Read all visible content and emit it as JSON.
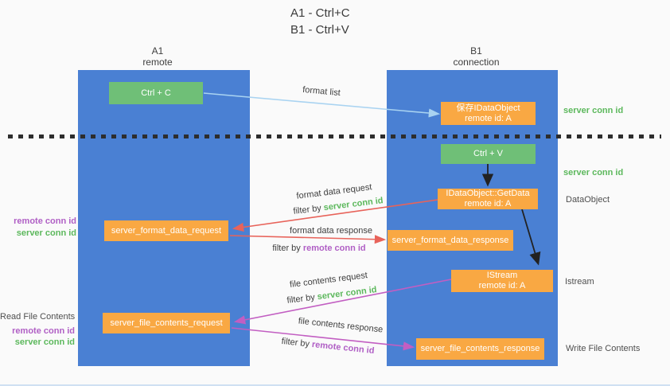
{
  "title": {
    "line1": "A1 - Ctrl+C",
    "line2": "B1 - Ctrl+V"
  },
  "lanes": {
    "left": {
      "name": "A1",
      "subtitle": "remote"
    },
    "right": {
      "name": "B1",
      "subtitle": "connection"
    }
  },
  "nodes": {
    "ctrl_c": {
      "label": "Ctrl + C"
    },
    "save_idataobject": {
      "line1": "保存IDataObject",
      "line2": "remote id: A"
    },
    "ctrl_v": {
      "label": "Ctrl + V"
    },
    "idataobject_getdata": {
      "line1": "IDataObject::GetData",
      "line2": "remote id: A"
    },
    "server_format_data_request": {
      "label": "server_format_data_request"
    },
    "server_format_data_response": {
      "label": "server_format_data_response"
    },
    "istream": {
      "line1": "IStream",
      "line2": "remote id: A"
    },
    "server_file_contents_request": {
      "label": "server_file_contents_request"
    },
    "server_file_contents_response": {
      "label": "server_file_contents_response"
    }
  },
  "arrow_labels": {
    "format_list": "format list",
    "format_data_request": "format data request",
    "format_data_request_filter": {
      "prefix": "filter by",
      "key": "server conn id"
    },
    "format_data_response": "format data response",
    "format_data_response_filter": {
      "prefix": "filter by",
      "key": "remote conn id"
    },
    "file_contents_request": "file contents request",
    "file_contents_request_filter": {
      "prefix": "filter by",
      "key": "server conn id"
    },
    "file_contents_response": "file contents response",
    "file_contents_response_filter": {
      "prefix": "filter by",
      "key": "remote conn id"
    }
  },
  "side_labels": {
    "server_conn_id_top": "server conn id",
    "server_conn_id_mid": "server conn id",
    "dataobject": "DataObject",
    "istream": "Istream",
    "write_file_contents": "Write File Contents",
    "read_file_contents": "Read File Contents",
    "remote_conn_id_upper": "remote conn id",
    "server_conn_id_upper": "server conn id",
    "remote_conn_id_lower": "remote conn id",
    "server_conn_id_lower": "server conn id"
  },
  "colors": {
    "lane_blue": "#4a80d3",
    "box_orange": "#f9a843",
    "box_green": "#6fbf77",
    "arrow_blue": "#a9d3f1",
    "arrow_red": "#e8635a",
    "arrow_magenta": "#c25ec2",
    "arrow_black": "#222222",
    "text_green": "#5cb85c",
    "text_purple": "#b05fc5"
  }
}
